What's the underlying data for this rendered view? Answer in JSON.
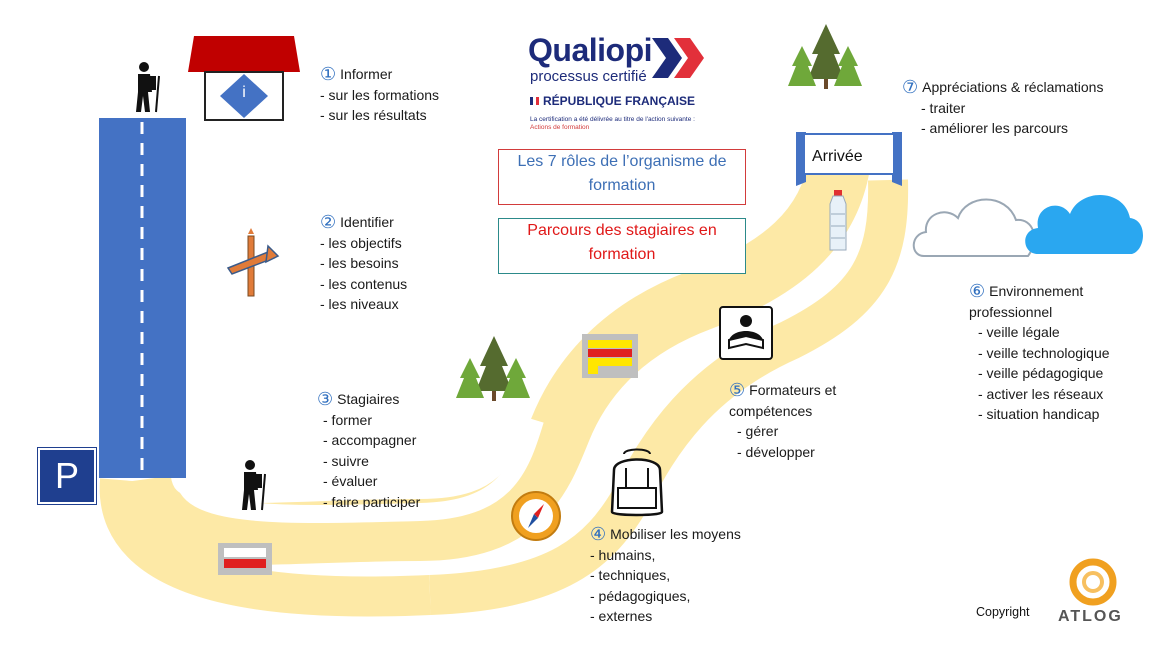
{
  "certification": {
    "brand": "Qualiopi",
    "tagline": "processus certifié",
    "republic": "RÉPUBLIQUE FRANÇAISE",
    "note_line1": "La certification a été délivrée au titre de l'action suivante :",
    "note_line2": "Actions de formation"
  },
  "title": "Les 7 rôles de l’organisme de formation",
  "subtitle": "Parcours des stagiaires en formation",
  "start_sign": "P",
  "finish_label": "Arrivée",
  "roles": [
    {
      "number": "①",
      "title": "Informer",
      "items": [
        "- sur les formations",
        "- sur les résultats"
      ]
    },
    {
      "number": "②",
      "title": "Identifier",
      "items": [
        "- les objectifs",
        "- les  besoins",
        "- les contenus",
        "- les niveaux"
      ]
    },
    {
      "number": "③",
      "title": "Stagiaires",
      "items": [
        "- former",
        "- accompagner",
        "- suivre",
        "- évaluer",
        "- faire participer"
      ]
    },
    {
      "number": "④",
      "title": "Mobiliser  les moyens",
      "items": [
        "- humains,",
        "- techniques,",
        "- pédagogiques,",
        "- externes"
      ]
    },
    {
      "number": "⑤",
      "title": "Formateurs et",
      "title2": "compétences",
      "items": [
        "- gérer",
        "- développer"
      ]
    },
    {
      "number": "⑥",
      "title": "Environnement",
      "title2": "professionnel",
      "items": [
        "- veille légale",
        "- veille technologique",
        "- veille pédagogique",
        "- activer les réseaux",
        "- situation handicap"
      ]
    },
    {
      "number": "⑦",
      "title": "Appréciations & réclamations",
      "items": [
        "- traiter",
        "- améliorer les parcours"
      ]
    }
  ],
  "info_sign": "i",
  "copyright": "Copyright",
  "company": "ATLOG",
  "colors": {
    "path": "#fde9a6",
    "road": "#4472c4",
    "roof": "#c00000",
    "cloud_blue": "#2aa7f0",
    "number": "#2f6fbf",
    "tree": "#5a8f2e"
  }
}
